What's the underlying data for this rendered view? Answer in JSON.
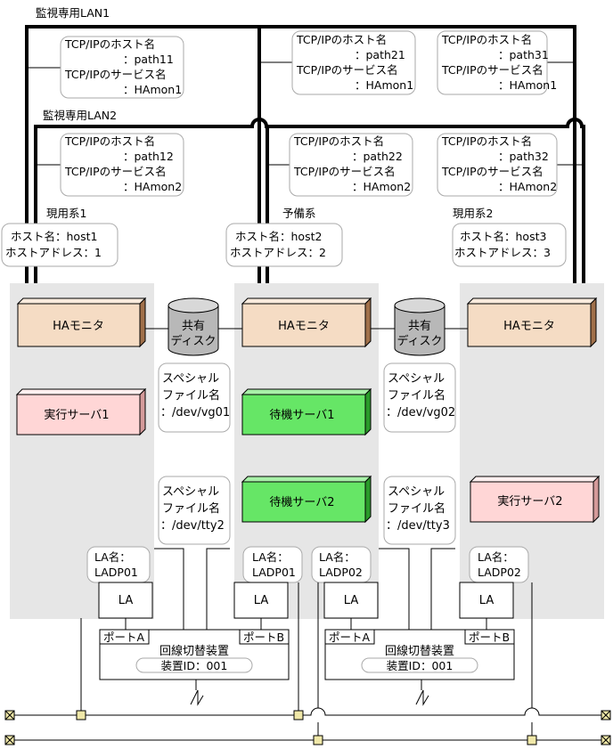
{
  "lan1_label": "監視専用LAN1",
  "lan2_label": "監視専用LAN2",
  "path_boxes": [
    {
      "host_label": "TCP/IPのホスト名",
      "host_value": "：path11",
      "service_label": "TCP/IPのサービス名",
      "service_value": "：HAmon1"
    },
    {
      "host_label": "TCP/IPのホスト名",
      "host_value": "：path21",
      "service_label": "TCP/IPのサービス名",
      "service_value": "：HAmon1"
    },
    {
      "host_label": "TCP/IPのホスト名",
      "host_value": "：path31",
      "service_label": "TCP/IPのサービス名",
      "service_value": "：HAmon1"
    },
    {
      "host_label": "TCP/IPのホスト名",
      "host_value": "：path12",
      "service_label": "TCP/IPのサービス名",
      "service_value": "：HAmon2"
    },
    {
      "host_label": "TCP/IPのホスト名",
      "host_value": "：path22",
      "service_label": "TCP/IPのサービス名",
      "service_value": "：HAmon2"
    },
    {
      "host_label": "TCP/IPのホスト名",
      "host_value": "：path32",
      "service_label": "TCP/IPのサービス名",
      "service_value": "：HAmon2"
    }
  ],
  "systems": [
    {
      "label": "現用系1",
      "host": "ホスト名：host1",
      "address": "ホストアドレス：1"
    },
    {
      "label": "予備系",
      "host": "ホスト名：host2",
      "address": "ホストアドレス：2"
    },
    {
      "label": "現用系2",
      "host": "ホスト名：host3",
      "address": "ホストアドレス：3"
    }
  ],
  "ha_monitor": "HAモニタ",
  "shared_disk": [
    "共有",
    "ディスク"
  ],
  "servers": {
    "exec1": "実行サーバ1",
    "standby1": "待機サーバ1",
    "standby2": "待機サーバ2",
    "exec2": "実行サーバ2"
  },
  "special_files": [
    {
      "line1": "スペシャル",
      "line2": "ファイル名",
      "value": "：/dev/vg01"
    },
    {
      "line1": "スペシャル",
      "line2": "ファイル名",
      "value": "：/dev/tty2"
    },
    {
      "line1": "スペシャル",
      "line2": "ファイル名",
      "value": "：/dev/vg02"
    },
    {
      "line1": "スペシャル",
      "line2": "ファイル名",
      "value": "：/dev/tty3"
    }
  ],
  "la_names": [
    {
      "label": "LA名：",
      "value": "LADP01"
    },
    {
      "label": "LA名：",
      "value": "LADP01"
    },
    {
      "label": "LA名：",
      "value": "LADP02"
    },
    {
      "label": "LA名：",
      "value": "LADP02"
    }
  ],
  "la_box": "LA",
  "switch": {
    "title": "回線切替装置",
    "port_a": "ポートA",
    "port_b": "ポートB",
    "device_ids": [
      "装置ID：001",
      "装置ID：001"
    ]
  },
  "colors": {
    "system_bg": "#e6e6e6",
    "ha_monitor": "#f5dcc4",
    "exec_server": "#ffd6d6",
    "standby_server": "#66e666",
    "terminator": "#f0e8a8"
  }
}
